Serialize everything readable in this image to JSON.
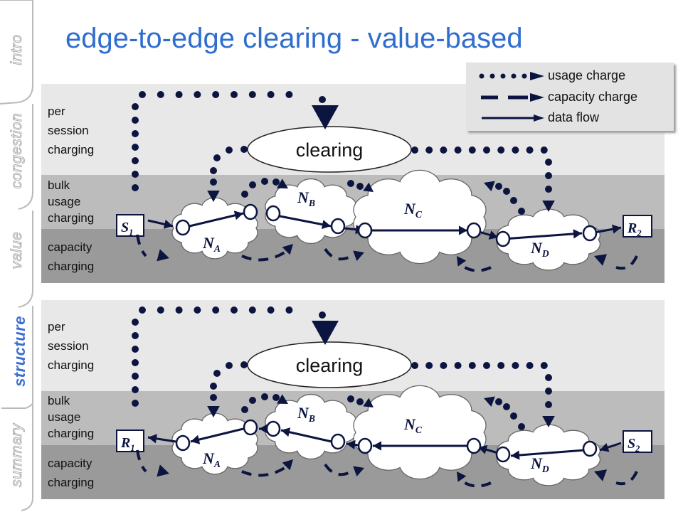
{
  "title": "edge-to-edge clearing - value-based",
  "sidebar": {
    "items": [
      {
        "label": "intro",
        "active": false
      },
      {
        "label": "congestion",
        "active": false
      },
      {
        "label": "value",
        "active": false
      },
      {
        "label": "structure",
        "active": true
      },
      {
        "label": "summary",
        "active": false
      }
    ]
  },
  "legend": {
    "usage": "usage charge",
    "capacity": "capacity charge",
    "data": "data flow"
  },
  "bands": {
    "session": [
      "per",
      "session",
      "charging"
    ],
    "bulk": [
      "bulk",
      "usage",
      "charging"
    ],
    "capacity": [
      "capacity",
      "charging"
    ]
  },
  "clearing_label": "clearing",
  "networks": {
    "a": "A",
    "b": "B",
    "c": "C",
    "d": "D"
  },
  "network_prefix": "N",
  "top_diagram": {
    "left_endpoint": "S",
    "left_sub": "1",
    "right_endpoint": "R",
    "right_sub": "2"
  },
  "bottom_diagram": {
    "left_endpoint": "R",
    "left_sub": "1",
    "right_endpoint": "S",
    "right_sub": "2"
  },
  "colors": {
    "title": "#2f6ed0",
    "ink": "#0c1440",
    "band_light": "#e8e8e8",
    "band_mid": "#bcbcbc",
    "band_dark": "#9a9a9a",
    "active_section": "#3d6fcf"
  }
}
